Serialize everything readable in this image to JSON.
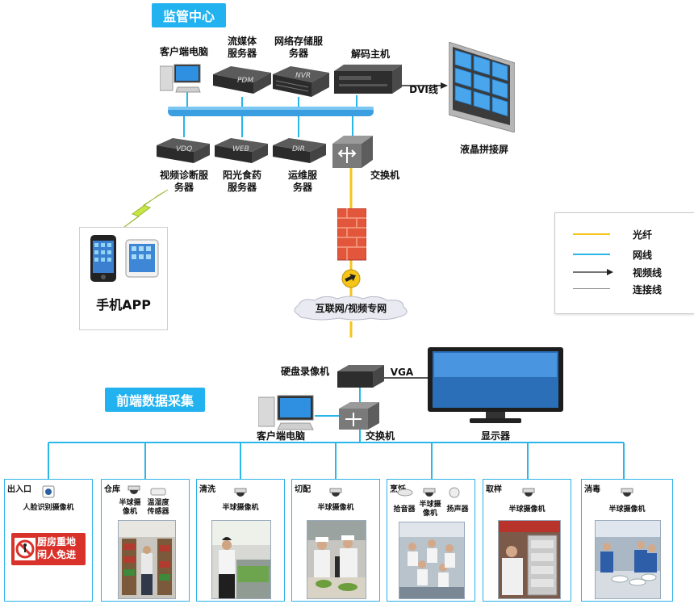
{
  "top_section": {
    "title": "监管中心",
    "client_pc": "客户端电脑",
    "streaming_server": "流媒体\n服务器",
    "streaming_server_tag": "PDM",
    "nas_server": "网络存储服\n务器",
    "nas_server_tag": "NVR",
    "decoder": "解码主机",
    "dvi_line": "DVI线",
    "lcd_wall": "液晶拼接屏",
    "diag_server": "视频诊断服\n务器",
    "diag_server_tag": "VDQ",
    "sunshine_server": "阳光食药\n服务器",
    "sunshine_server_tag": "WEB",
    "ops_server": "运维服\n务器",
    "ops_server_tag": "DIR",
    "switch": "交换机"
  },
  "mobile": {
    "label": "手机APP"
  },
  "network": {
    "cloud_label": "互联网/视频专网"
  },
  "legend": {
    "items": [
      {
        "label": "光纤",
        "color": "#f5c518",
        "style": "line"
      },
      {
        "label": "网线",
        "color": "#29b6e8",
        "style": "line"
      },
      {
        "label": "视频线",
        "color": "#222222",
        "style": "arrow"
      },
      {
        "label": "连接线",
        "color": "#888888",
        "style": "line"
      }
    ]
  },
  "front_section": {
    "title": "前端数据采集",
    "dvr": "硬盘录像机",
    "vga": "VGA",
    "client_pc": "客户端电脑",
    "switch": "交换机",
    "monitor": "显示器"
  },
  "panels": [
    {
      "title": "出入口",
      "device": "人脸识别摄像机",
      "sign_line1": "厨房重地",
      "sign_line2": "闲人免进"
    },
    {
      "title": "仓库",
      "device": "半球摄\n像机",
      "device2": "温湿度\n传感器"
    },
    {
      "title": "清洗",
      "device": "半球摄像机"
    },
    {
      "title": "切配",
      "device": "半球摄像机"
    },
    {
      "title": "烹饪",
      "device": "拾音器",
      "device2": "半球摄\n像机",
      "device3": "扬声器"
    },
    {
      "title": "取样",
      "device": "半球摄像机"
    },
    {
      "title": "消毒",
      "device": "半球摄像机"
    }
  ],
  "colors": {
    "accent": "#22b2f0",
    "fiber": "#f5c518",
    "cable": "#29b6e8",
    "bus": "#3a9ee0"
  }
}
